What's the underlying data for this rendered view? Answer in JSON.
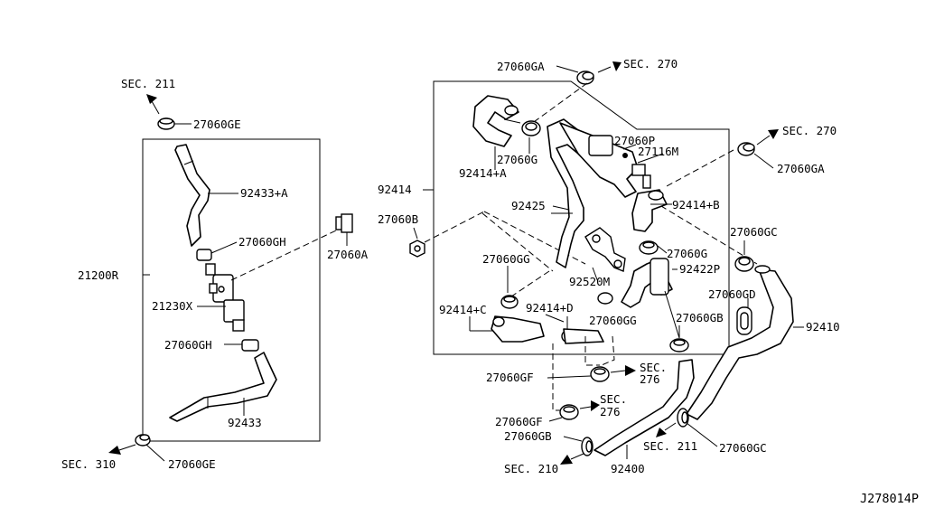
{
  "labels": {
    "sec211_top": "SEC. 211",
    "c27060GE_top": "27060GE",
    "p92433A": "92433+A",
    "p27060GH_a": "27060GH",
    "p27060A": "27060A",
    "p21200R": "21200R",
    "p21230X": "21230X",
    "p27060GH_b": "27060GH",
    "p92433": "92433",
    "sec310": "SEC. 310",
    "c27060GE_bottom": "27060GE",
    "p27060GA_top": "27060GA",
    "sec270_top": "SEC. 270",
    "p27060P": "27060P",
    "p27116M": "27116M",
    "p27060G_a": "27060G",
    "p92414A": "92414+A",
    "p92414": "92414",
    "sec270_right": "SEC. 270",
    "p27060GA_right": "27060GA",
    "p92414B": "92414+B",
    "p92425": "92425",
    "p27060B": "27060B",
    "p27060GC_a": "27060GC",
    "p27060G_b": "27060G",
    "p92422P": "92422P",
    "p27060GG_a": "27060GG",
    "p92520M": "92520M",
    "p27060GD": "27060GD",
    "p92414C": "92414+C",
    "p92414D": "92414+D",
    "p27060GG_b": "27060GG",
    "p92410": "92410",
    "p27060GB_a": "27060GB",
    "p27060GF_a": "27060GF",
    "sec276_a_1": "SEC.",
    "sec276_a_2": "276",
    "p27060GF_b": "27060GF",
    "sec276_b_1": "SEC.",
    "sec276_b_2": "276",
    "p27060GB_b": "27060GB",
    "sec211_bottom": "SEC. 211",
    "p27060GC_b": "27060GC",
    "sec210": "SEC. 210",
    "p92400": "92400",
    "diagram_code": "J278014P"
  },
  "icons": [
    "arrow-icon",
    "hose-clamp-icon",
    "hose-icon",
    "bolt-icon",
    "valve-icon"
  ],
  "colors": {
    "ink": "#000000",
    "paper": "#ffffff"
  }
}
